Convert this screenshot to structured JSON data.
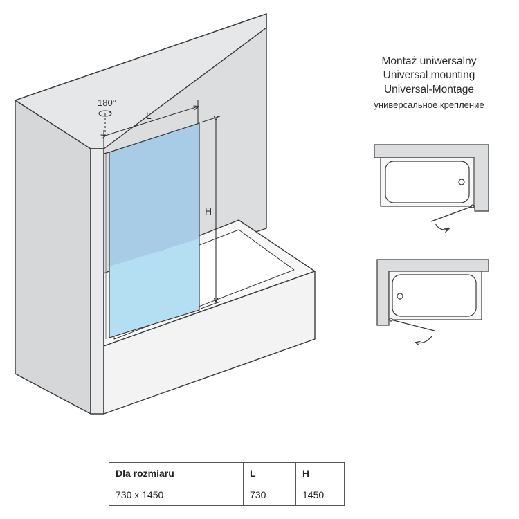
{
  "diagram": {
    "rotation_label": "180°",
    "width_label": "L",
    "height_label": "H"
  },
  "mounting": {
    "lines": [
      "Montaż uniwersalny",
      "Universal mounting",
      "Universal-Montage",
      "универсальное крепление"
    ]
  },
  "colors": {
    "wall": "#dfe0e1",
    "outline": "#3a3a3a",
    "glass_top": "#a8cce6",
    "glass_bottom": "#b4def2"
  },
  "table": {
    "headers": [
      "Dla rozmiaru",
      "L",
      "H"
    ],
    "rows": [
      [
        "730 x 1450",
        "730",
        "1450"
      ]
    ]
  }
}
